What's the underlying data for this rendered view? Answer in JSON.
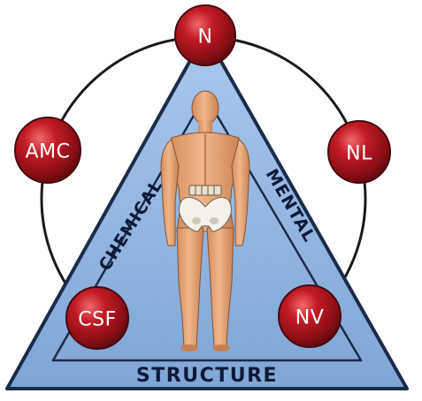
{
  "colors": {
    "triangle_fill": "#8fb4e0",
    "triangle_stroke": "#1b2b4a",
    "circle_stroke": "#1a1a1a",
    "node_red": "#b01620",
    "node_dark": "#5e0a10",
    "skin": "#e8a878",
    "label_text": "#0c1a3a"
  },
  "diagram": {
    "nodes": [
      {
        "id": "n",
        "label": "N"
      },
      {
        "id": "nl",
        "label": "NL"
      },
      {
        "id": "nv",
        "label": "NV"
      },
      {
        "id": "csf",
        "label": "CSF"
      },
      {
        "id": "amc",
        "label": "AMC"
      }
    ],
    "sides": {
      "left": "CHEMICAL",
      "right": "MENTAL",
      "base": "STRUCTURE"
    },
    "center_figure": "human-figure-back-view-with-pelvis"
  }
}
